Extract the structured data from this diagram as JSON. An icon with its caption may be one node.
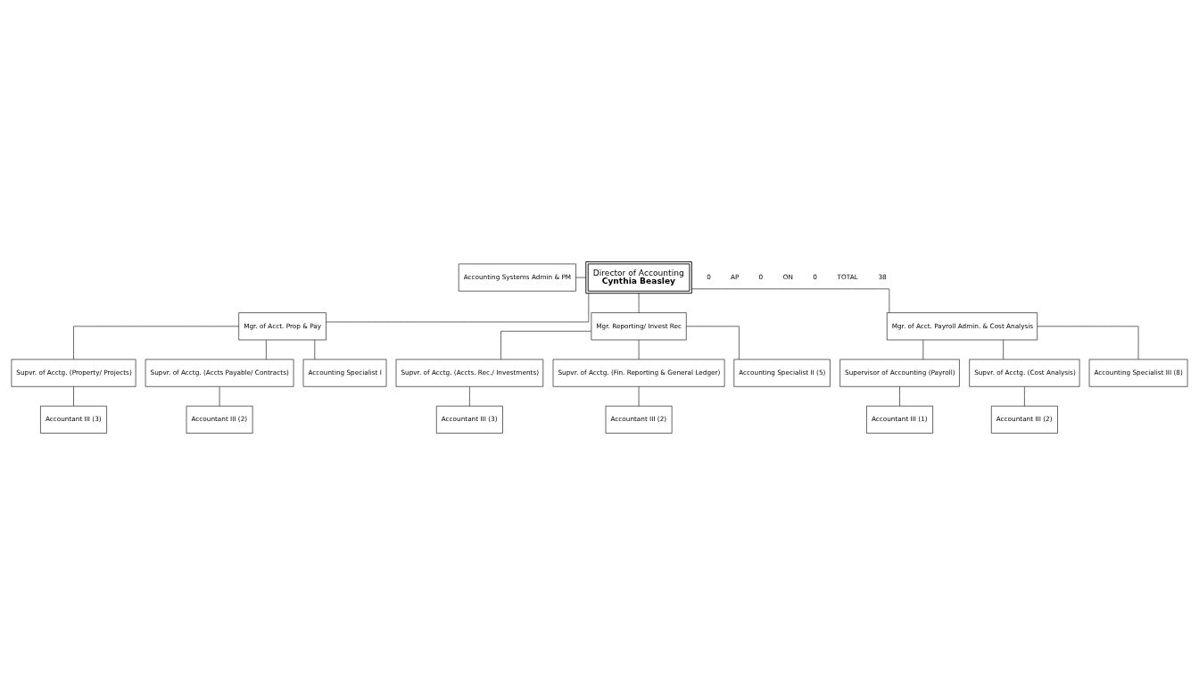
{
  "diagram": {
    "nodes": [
      {
        "text": [
          "Accounting Systems Admin & PM"
        ]
      },
      {
        "text": [
          "Director of Accounting",
          "Cynthia Beasley"
        ]
      },
      {
        "text": [
          "Mgr. of Acct. Prop & Pay"
        ]
      },
      {
        "text": [
          "Mgr. Reporting/ Invest Rec"
        ]
      },
      {
        "text": [
          "Mgr. of Acct. Payroll Admin. & Cost Analysis"
        ]
      },
      {
        "text": [
          "Supvr. of Acctg. (Property/ Projects)"
        ]
      },
      {
        "text": [
          "Supvr. of Acctg. (Accts Payable/ Contracts)"
        ]
      },
      {
        "text": [
          "Supvr. of Acctg. (Accts. Rec./ Investments)"
        ]
      },
      {
        "text": [
          "Supvr. of Acctg. (Fin. Reporting & General Ledger)"
        ]
      },
      {
        "text": [
          "Supervisor of Accounting (Payroll)"
        ]
      },
      {
        "text": [
          "Supvr. of Acctg. (Cost Analysis)"
        ]
      },
      {
        "text": [
          "Accountant III (3)"
        ]
      },
      {
        "text": [
          "Accountant III (2)"
        ]
      },
      {
        "text": [
          "Accountant III (3)"
        ]
      },
      {
        "text": [
          "Accountant III (2)"
        ]
      },
      {
        "text": [
          "Accountant III (1)"
        ]
      },
      {
        "text": [
          "Accountant III (2)"
        ]
      },
      {
        "text": [
          "Accounting Specialist I"
        ]
      },
      {
        "text": [
          "Accounting Specialist II (5)"
        ]
      },
      {
        "text": [
          "Accounting Specialist III (8)"
        ]
      }
    ],
    "edges": [
      {
        "from": 0,
        "to": 1,
        "arrow": "none"
      },
      {
        "from": 1,
        "to": 2,
        "arrow": "none"
      },
      {
        "from": 1,
        "to": 3,
        "arrow": "none"
      },
      {
        "from": 1,
        "to": 4,
        "arrow": "none"
      },
      {
        "from": 2,
        "to": 5,
        "arrow": "none"
      },
      {
        "from": 2,
        "to": 6,
        "arrow": "none"
      },
      {
        "from": 2,
        "to": 17,
        "arrow": "none"
      },
      {
        "from": 3,
        "to": 7,
        "arrow": "none"
      },
      {
        "from": 3,
        "to": 8,
        "arrow": "none"
      },
      {
        "from": 3,
        "to": 18,
        "arrow": "none"
      },
      {
        "from": 4,
        "to": 9,
        "arrow": "none"
      },
      {
        "from": 4,
        "to": 10,
        "arrow": "none"
      },
      {
        "from": 4,
        "to": 19,
        "arrow": "none"
      },
      {
        "from": 5,
        "to": 11,
        "arrow": "none"
      },
      {
        "from": 6,
        "to": 12,
        "arrow": "none"
      },
      {
        "from": 7,
        "to": 13,
        "arrow": "none"
      },
      {
        "from": 8,
        "to": 14,
        "arrow": "none"
      },
      {
        "from": 9,
        "to": 15,
        "arrow": "none"
      },
      {
        "from": 10,
        "to": 16,
        "arrow": "none"
      }
    ],
    "labels": [
      "0",
      "AP",
      "0",
      "ON",
      "0",
      "TOTAL",
      "38"
    ]
  }
}
